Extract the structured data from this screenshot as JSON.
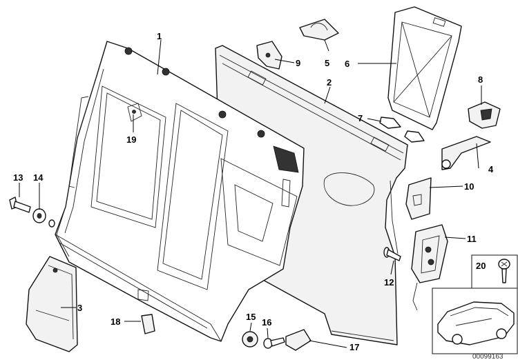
{
  "callouts": {
    "c1": "1",
    "c2": "2",
    "c3": "3",
    "c4": "4",
    "c5": "5",
    "c6": "6",
    "c7": "7",
    "c8": "8",
    "c9": "9",
    "c10": "10",
    "c11": "11",
    "c12": "12",
    "c13": "13",
    "c14": "14",
    "c15": "15",
    "c16": "16",
    "c17": "17",
    "c18": "18",
    "c19": "19",
    "c20": "20"
  },
  "image_number": "00099163",
  "colors": {
    "line": "#111111",
    "fill": "#f2f2f2",
    "background": "#ffffff"
  }
}
